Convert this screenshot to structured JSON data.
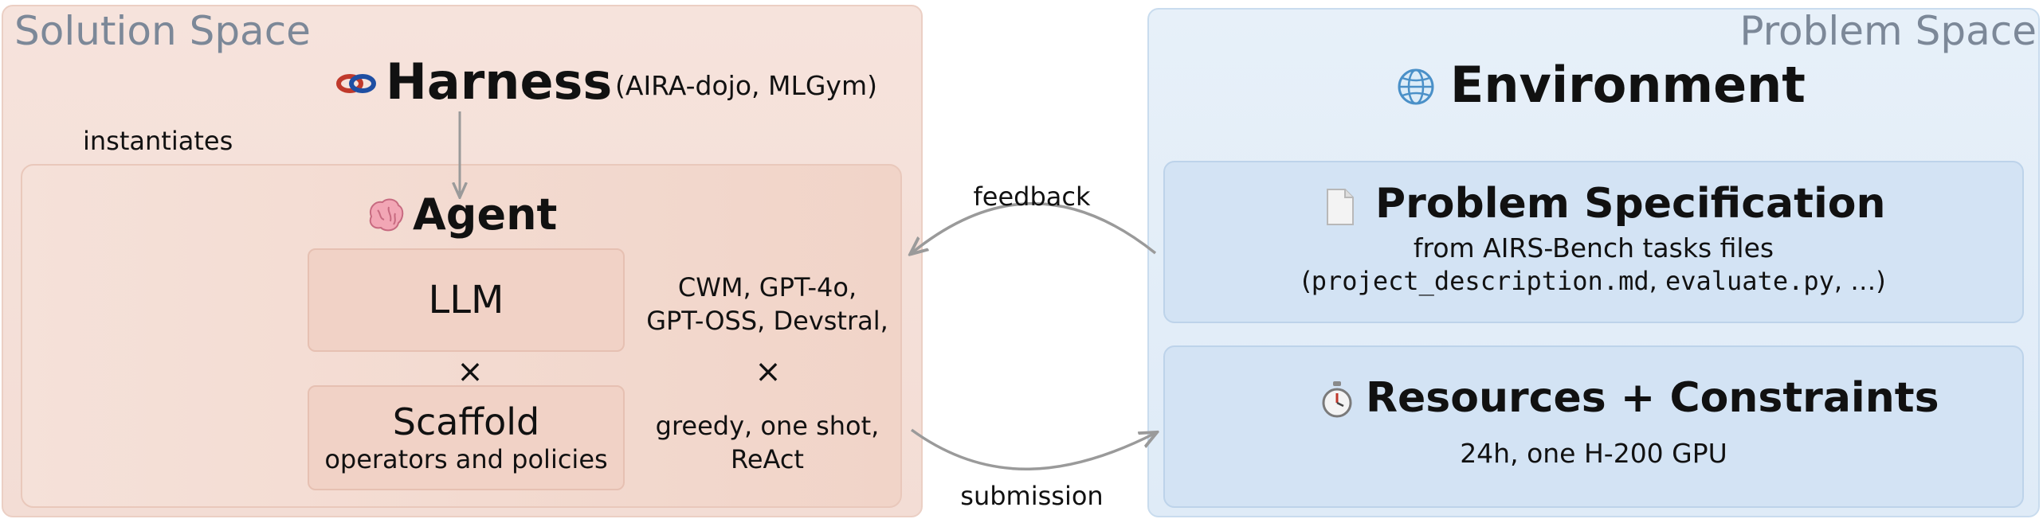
{
  "solution_space": {
    "title": "Solution Space",
    "harness": {
      "title": "Harness",
      "examples": "(AIRA-dojo, MLGym)",
      "icon": "knot-icon"
    },
    "instantiates_label": "instantiates",
    "agent": {
      "title": "Agent",
      "icon": "brain-icon",
      "llm": {
        "label": "LLM",
        "examples": [
          "CWM, GPT-4o,",
          "GPT-OSS, Devstral,"
        ]
      },
      "times": "×",
      "scaffold": {
        "label": "Scaffold",
        "sublabel": "operators and policies",
        "examples": [
          "greedy, one shot,",
          "ReAct"
        ]
      }
    }
  },
  "arrows": {
    "feedback": "feedback",
    "submission": "submission"
  },
  "problem_space": {
    "title": "Problem Space",
    "environment": {
      "title": "Environment",
      "icon": "globe-icon"
    },
    "spec": {
      "title": "Problem Specification",
      "icon": "document-icon",
      "line1": "from AIRS-Bench tasks files",
      "open_paren": "(",
      "file1": "project_description.md",
      "sep1": ", ",
      "file2": "evaluate.py",
      "rest": ", …)"
    },
    "resources": {
      "title": "Resources + Constraints",
      "icon": "stopwatch-icon",
      "detail": "24h, one H-200 GPU"
    }
  }
}
